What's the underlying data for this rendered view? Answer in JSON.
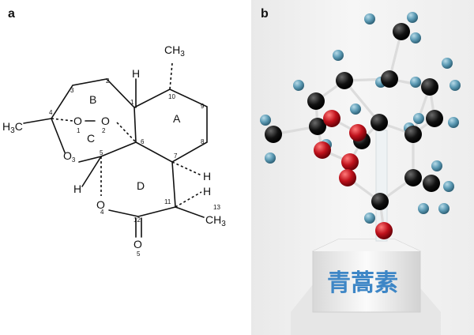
{
  "figure": {
    "panel_a": {
      "letter": "a",
      "ring_labels": {
        "A": "A",
        "B": "B",
        "C": "C",
        "D": "D"
      },
      "atoms": {
        "ch3_top": "CH",
        "ch3_top_sub": "3",
        "h3c_left": "H",
        "h3c_left_sub": "3",
        "h3c_left_c": "C",
        "o_peroxide_1": "O",
        "o_peroxide_2": "O",
        "o_ring_3": "O",
        "o_ring_3_sub": "3",
        "o_lactone": "O",
        "o_carbonyl": "O",
        "h_c1": "H",
        "h_c5": "H",
        "h_c7": "H",
        "h_c11": "H",
        "ch3_c13": "CH",
        "ch3_c13_sub": "3"
      },
      "numbers": {
        "n1": "1",
        "n1b": "1",
        "n2": "2",
        "n2b": "2",
        "n3": "3",
        "n4": "4",
        "n4b": "4",
        "n5": "5",
        "n5b": "5",
        "n6": "6",
        "n7": "7",
        "n8": "8",
        "n9": "9",
        "n10": "10",
        "n11": "11",
        "n12": "12",
        "n13": "13"
      }
    },
    "panel_b": {
      "letter": "b",
      "pedestal_text": "青蒿素",
      "colors": {
        "carbon": "#111111",
        "oxygen": "#c0121c",
        "hydrogen": "#5d9bb5",
        "text": "#3d86c6"
      }
    }
  }
}
